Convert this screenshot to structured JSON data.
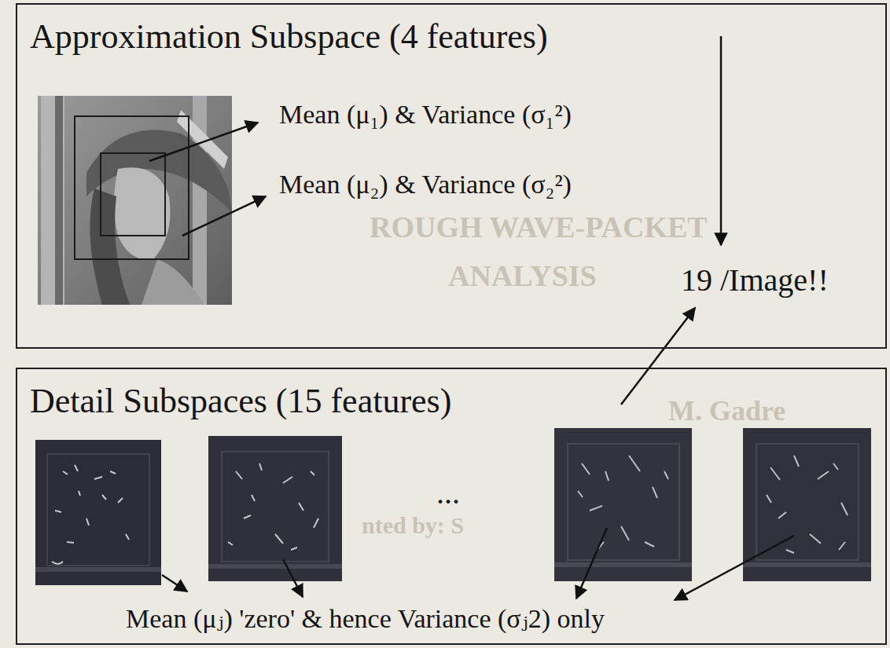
{
  "diagram": {
    "nodes": [
      {
        "text": [
          "Approximation Subspace (4 features)"
        ]
      },
      {
        "text": [
          "Detail Subspaces (15 features)"
        ]
      }
    ],
    "labels": [
      "ROUGH WAVE-PACKET",
      "ANALYSIS",
      "M. Gadre",
      "nted by: S",
      "Mean (μ₁) & Variance (σ₁²)",
      "Mean (μ₂) & Variance (σ₂²)",
      "19 /Image!!",
      "...",
      "Mean (μⱼ) 'zero' & hence Variance (σⱼ2) only"
    ]
  }
}
